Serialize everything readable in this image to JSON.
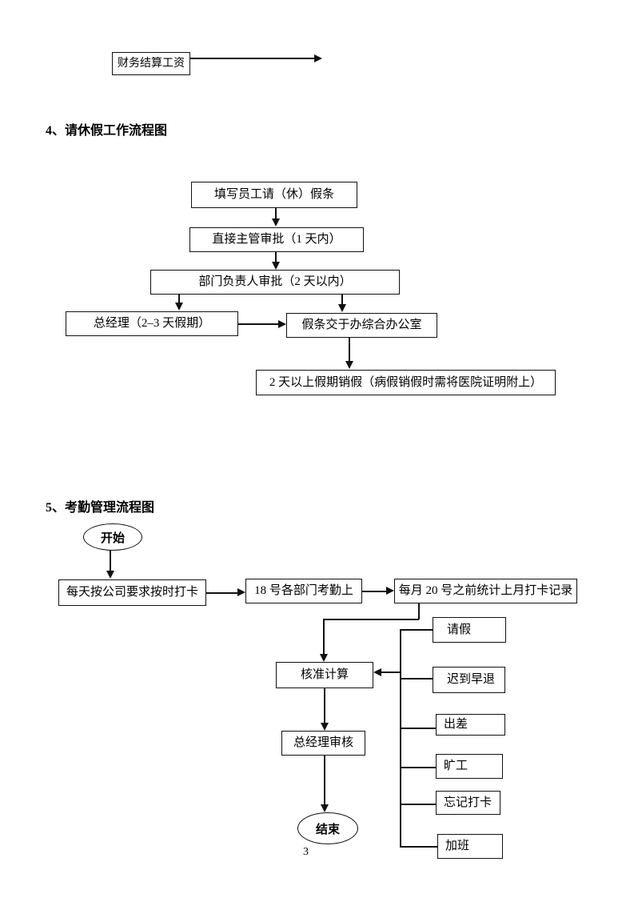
{
  "colors": {
    "ink": "#111111",
    "paper": "#ffffff"
  },
  "page": {
    "number": "3"
  },
  "previous_chart": {
    "finance_box": "财务结算工资"
  },
  "section4": {
    "heading": "4、请休假工作流程图",
    "nodes": {
      "fill_form": "填写员工请（休）假条",
      "supervisor_approve": "直接主管审批（1 天内）",
      "dept_head_approve": "部门负责人审批（2 天以内）",
      "general_manager": "总经理（2–3 天假期）",
      "submit_office": "假条交于办综合办公室",
      "cancel_leave": "2 天以上假期销假（病假销假时需将医院证明附上）"
    }
  },
  "section5": {
    "heading": "5、考勤管理流程图",
    "nodes": {
      "start": "开始",
      "daily_punch": "每天按公司要求按时打卡",
      "dept_report": "18 号各部门考勤上",
      "monthly_stats": "每月 20 号之前统计上月打卡记录",
      "verify_calc": "核准计算",
      "gm_review": "总经理审核",
      "end": "结束",
      "leave": "请假",
      "late_early": "迟到早退",
      "business_trip": "出差",
      "absent": "旷工",
      "forgot_punch": "忘记打卡",
      "overtime": "加班"
    }
  }
}
